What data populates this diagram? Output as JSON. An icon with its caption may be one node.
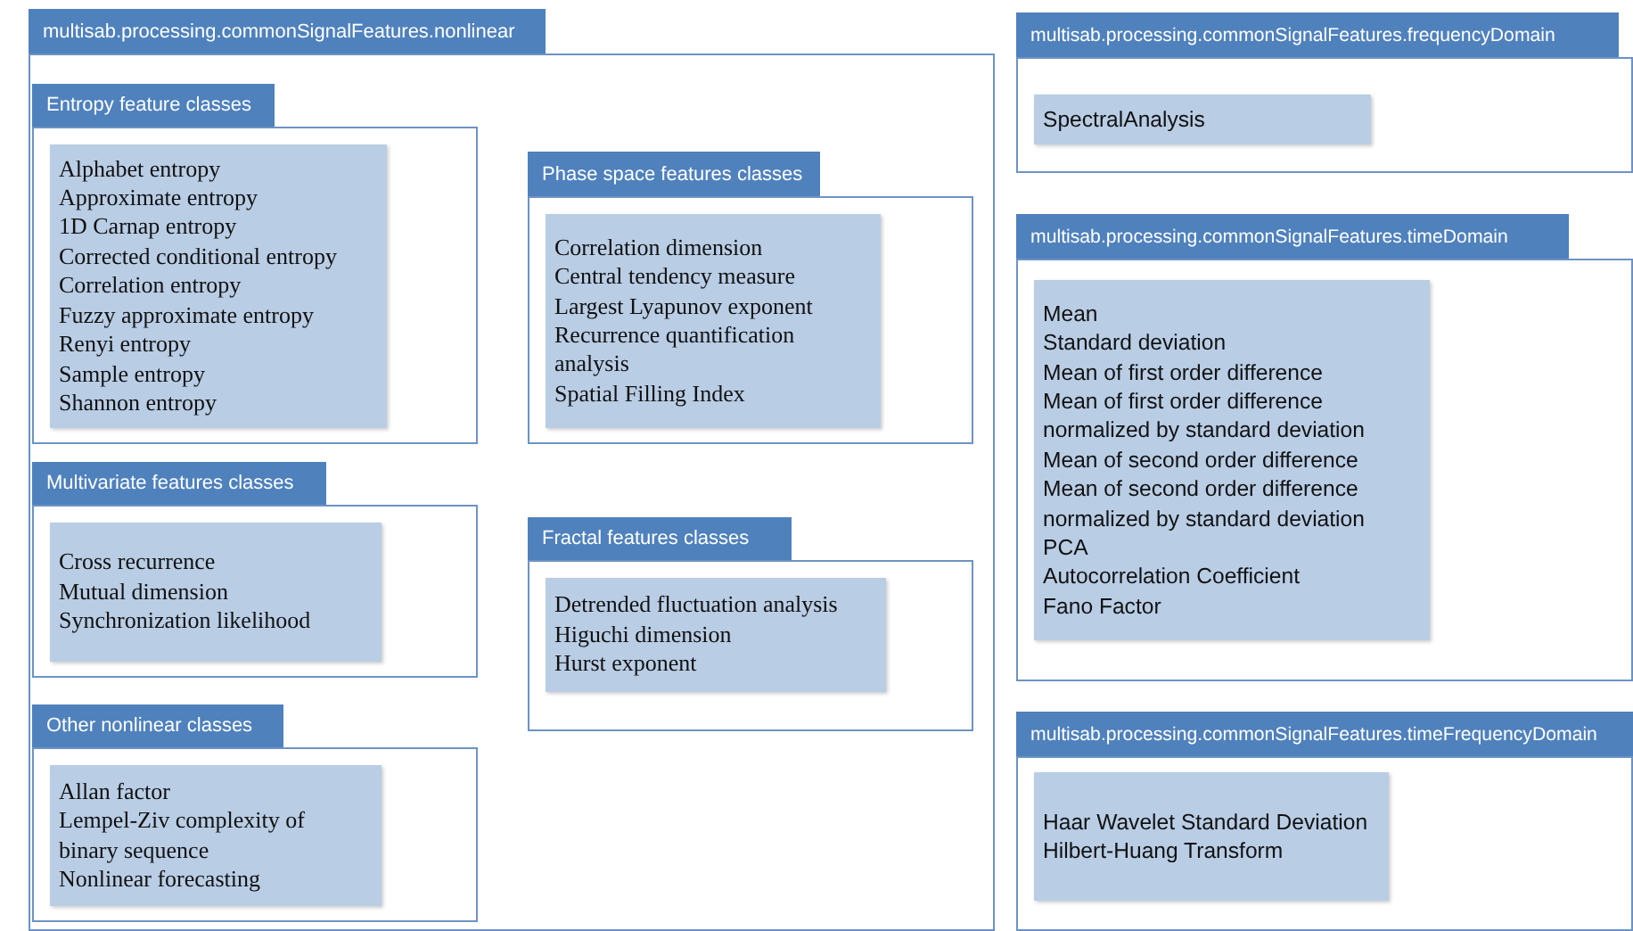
{
  "diagram": {
    "nodes": [
      {
        "text": [
          "multisab.processing.commonSignalFeatures.nonlinear"
        ]
      },
      {
        "text": [
          "Entropy feature classes"
        ],
        "in": 0
      },
      {
        "text": [
          "Alphabet entropy",
          "Approximate entropy",
          "1D Carnap entropy",
          "Corrected conditional entropy",
          "Correlation entropy",
          "Fuzzy approximate entropy",
          "Renyi entropy",
          "Sample entropy",
          "Shannon entropy"
        ],
        "in": 1
      },
      {
        "text": [
          "Multivariate features classes"
        ],
        "in": 0
      },
      {
        "text": [
          "Cross recurrence",
          "Mutual dimension",
          "Synchronization likelihood"
        ],
        "in": 3
      },
      {
        "text": [
          "Other nonlinear classes"
        ],
        "in": 0
      },
      {
        "text": [
          "Allan factor",
          "Lempel-Ziv complexity of binary sequence",
          "Nonlinear forecasting"
        ],
        "in": 5
      },
      {
        "text": [
          "Phase space features classes"
        ],
        "in": 0
      },
      {
        "text": [
          "Correlation dimension",
          "Central tendency measure",
          "Largest Lyapunov exponent",
          "Recurrence quantification analysis",
          "Spatial Filling Index"
        ],
        "in": 7
      },
      {
        "text": [
          "Fractal features classes"
        ],
        "in": 0
      },
      {
        "text": [
          "Detrended fluctuation analysis",
          "Higuchi dimension",
          "Hurst exponent"
        ],
        "in": 9
      },
      {
        "text": [
          "multisab.processing.commonSignalFeatures.frequencyDomain"
        ]
      },
      {
        "text": [
          "SpectralAnalysis"
        ],
        "in": 11
      },
      {
        "text": [
          "multisab.processing.commonSignalFeatures.timeDomain"
        ]
      },
      {
        "text": [
          "Mean",
          "Standard deviation",
          "Mean of first order difference",
          "Mean of first order difference normalized by standard deviation",
          "Mean of second order difference",
          "Mean of second order difference normalized by standard deviation",
          "PCA",
          "Autocorrelation Coefficient",
          "Fano Factor"
        ],
        "in": 13
      },
      {
        "text": [
          "multisab.processing.commonSignalFeatures.timeFrequencyDomain"
        ]
      },
      {
        "text": [
          "Haar Wavelet Standard Deviation",
          "Hilbert-Huang Transform"
        ],
        "in": 15
      }
    ],
    "edges": []
  }
}
